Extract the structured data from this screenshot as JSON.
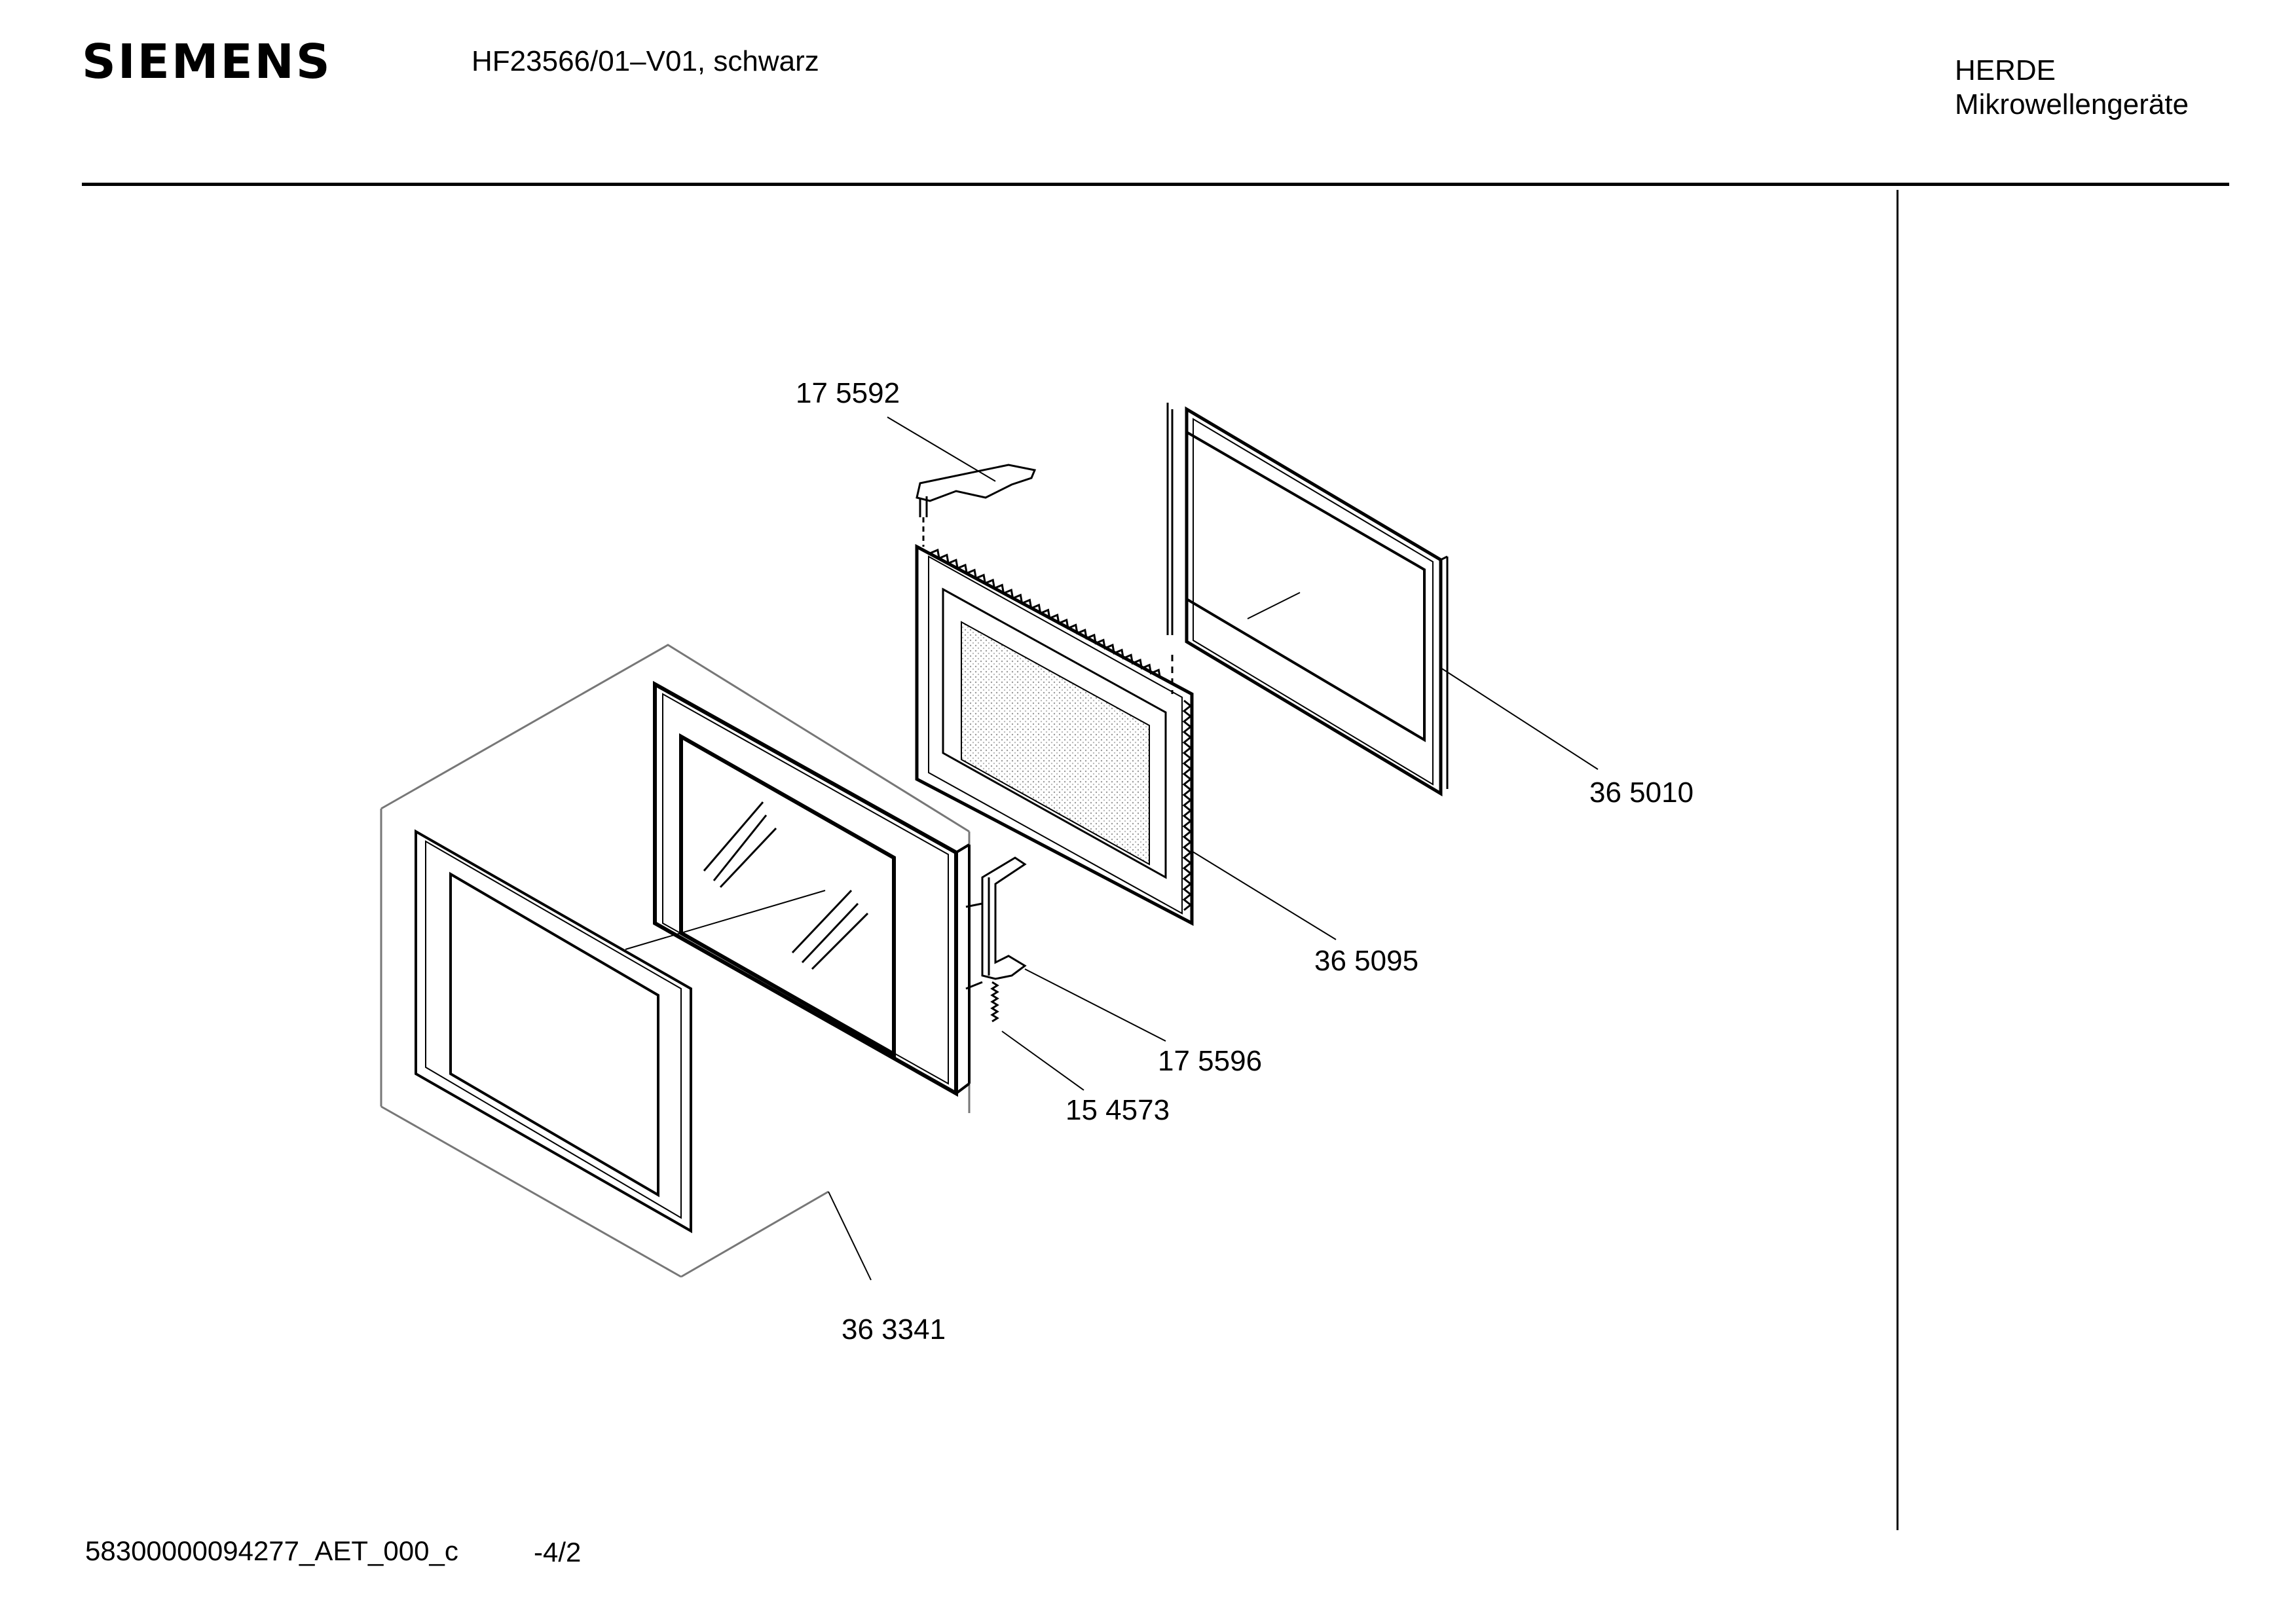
{
  "header": {
    "brand": "SIEMENS",
    "model": "HF23566/01–V01, schwarz",
    "category_line1": "HERDE",
    "category_line2": "Mikrowellengeräte"
  },
  "parts": [
    {
      "id": "p1",
      "label": "17 5592"
    },
    {
      "id": "p2",
      "label": "36 5010"
    },
    {
      "id": "p3",
      "label": "36 5095"
    },
    {
      "id": "p4",
      "label": "17 5596"
    },
    {
      "id": "p5",
      "label": "15 4573"
    },
    {
      "id": "p6",
      "label": "36 3341"
    }
  ],
  "footer": {
    "code": "58300000094277_AET_000_c",
    "page": "-4/2"
  }
}
